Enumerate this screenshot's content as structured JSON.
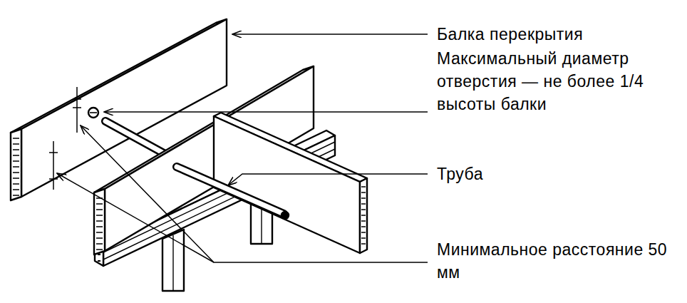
{
  "diagram": {
    "labels": [
      "Балка перекрытия",
      "Максимальный диаметр отверстия — не более 1/4 высоты балки",
      "Труба",
      "Минимальное расстояние 50 мм"
    ]
  }
}
